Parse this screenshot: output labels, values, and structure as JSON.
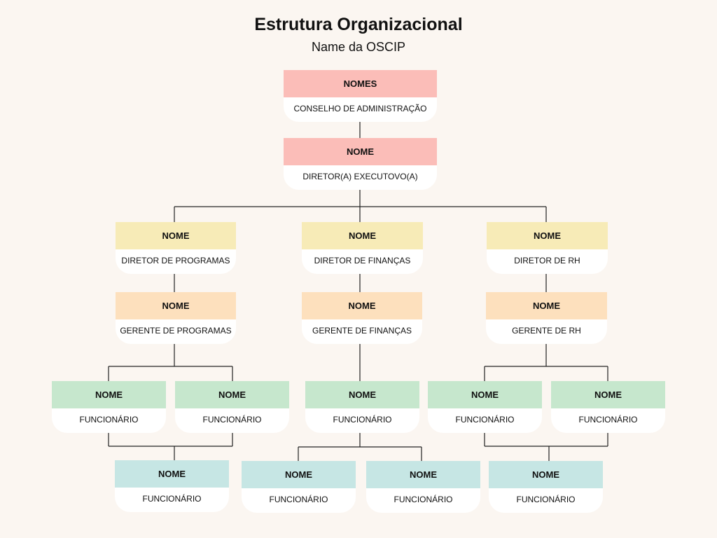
{
  "title": "Estrutura Organizacional",
  "subtitle": "Name da OSCIP",
  "colors": {
    "red": "#fbbdb8",
    "yellow": "#f7ebb7",
    "orange": "#fde0bd",
    "green": "#c6e7cd",
    "teal": "#c6e6e4",
    "background": "#fbf6f1",
    "line": "#222222"
  },
  "nodes": [
    {
      "id": "n0",
      "name": "NOMES",
      "role": "CONSELHO DE ADMINISTRAÇÃO",
      "color": "red"
    },
    {
      "id": "n1",
      "name": "NOME",
      "role": "DIRETOR(A) EXECUTOVO(A)",
      "color": "red"
    },
    {
      "id": "n2",
      "name": "NOME",
      "role": "DIRETOR DE PROGRAMAS",
      "color": "yellow"
    },
    {
      "id": "n3",
      "name": "NOME",
      "role": "DIRETOR DE FINANÇAS",
      "color": "yellow"
    },
    {
      "id": "n4",
      "name": "NOME",
      "role": "DIRETOR DE RH",
      "color": "yellow"
    },
    {
      "id": "n5",
      "name": "NOME",
      "role": "GERENTE DE PROGRAMAS",
      "color": "orange"
    },
    {
      "id": "n6",
      "name": "NOME",
      "role": "GERENTE DE FINANÇAS",
      "color": "orange"
    },
    {
      "id": "n7",
      "name": "NOME",
      "role": "GERENTE DE RH",
      "color": "orange"
    },
    {
      "id": "n8",
      "name": "NOME",
      "role": "FUNCIONÁRIO",
      "color": "green"
    },
    {
      "id": "n9",
      "name": "NOME",
      "role": "FUNCIONÁRIO",
      "color": "green"
    },
    {
      "id": "n10",
      "name": "NOME",
      "role": "FUNCIONÁRIO",
      "color": "green"
    },
    {
      "id": "n11",
      "name": "NOME",
      "role": "FUNCIONÁRIO",
      "color": "green"
    },
    {
      "id": "n12",
      "name": "NOME",
      "role": "FUNCIONÁRIO",
      "color": "green"
    },
    {
      "id": "n13",
      "name": "NOME",
      "role": "FUNCIONÁRIO",
      "color": "teal"
    },
    {
      "id": "n14",
      "name": "NOME",
      "role": "FUNCIONÁRIO",
      "color": "teal"
    },
    {
      "id": "n15",
      "name": "NOME",
      "role": "FUNCIONÁRIO",
      "color": "teal"
    },
    {
      "id": "n16",
      "name": "NOME",
      "role": "FUNCIONÁRIO",
      "color": "teal"
    }
  ]
}
